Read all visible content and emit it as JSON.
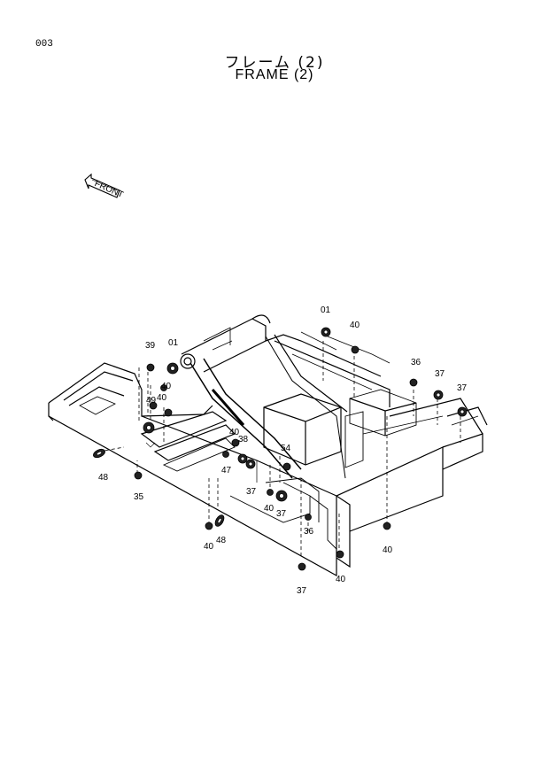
{
  "page_number": "003",
  "title_jp": "フレーム (2)",
  "title_en": "FRAME (2)",
  "front_label": "FRONT",
  "callouts": [
    "01",
    "40",
    "39",
    "01",
    "40",
    "49",
    "40",
    "36",
    "37",
    "37",
    "40",
    "38",
    "54",
    "47",
    "37",
    "48",
    "35",
    "40",
    "37",
    "36",
    "40",
    "48",
    "40",
    "40",
    "37"
  ]
}
